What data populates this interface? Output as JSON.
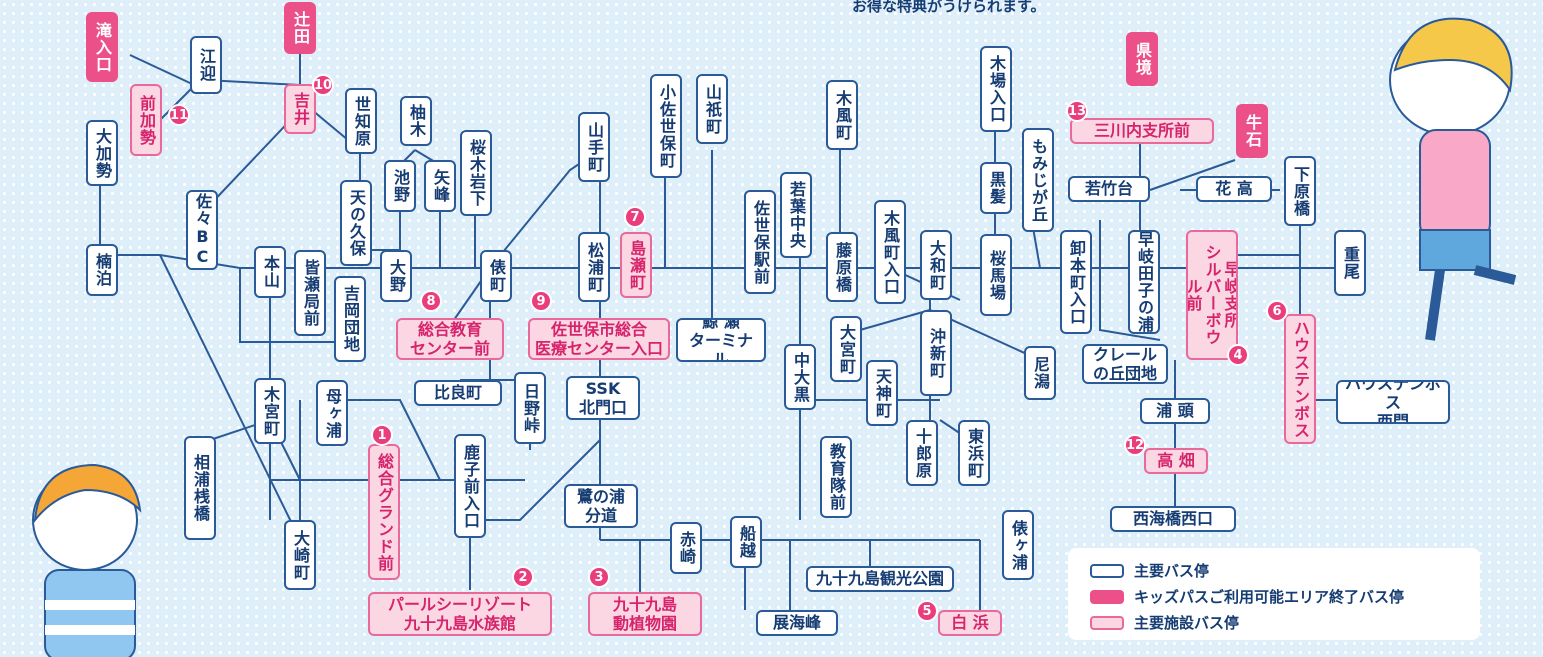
{
  "header": {
    "note": "お得な特典がうけられます。"
  },
  "stops": {
    "takiriguchi": "滝入口",
    "tsujita": "辻田",
    "ego": "江迎",
    "maekase": "前加勢",
    "yoshii": "吉井",
    "sechibaru": "世知原",
    "yunoki": "柚木",
    "okase": "大加勢",
    "ikeno": "池野",
    "yamine": "矢峰",
    "sakuragishita": "桜木岩下",
    "amanokubo": "天の久保",
    "sasa_bc": "佐々BC",
    "kusudomari": "楠泊",
    "honzan": "本山",
    "minase": "皆瀬局前",
    "ono": "大野",
    "yoshioka": "吉岡団地",
    "tawaramachi": "俵町",
    "yamatemachi": "山手町",
    "matsuuramachi": "松浦町",
    "shimasemachi": "島瀬町",
    "kosasebo": "小佐世保町",
    "yamagimachi": "山祇町",
    "sasebo_st": "佐世保駅前",
    "wakaba": "若葉中央",
    "kikazemachi": "木風町",
    "fujiwarabashi": "藤原橋",
    "kikazeiriguchi": "木風町入口",
    "yamatomachi": "大和町",
    "kibairiguchi": "木場入口",
    "kurokami": "黒髪",
    "momiji": "もみじが丘",
    "sakurababa": "桜馬場",
    "mikawachi": "三川内支所前",
    "ken_sakai": "県境",
    "ushiishi": "牛石",
    "wakatakedai": "若竹台",
    "hanataka": "花 高",
    "shimoharabashi": "下原橋",
    "oroshimoto": "卸本町入口",
    "haikitago": "早岐田子の浦",
    "haiki_shisho": "早岐支所\nシルバーボウル前",
    "shigeo": "重尾",
    "kyoiku_center": "総合教育\nセンター前",
    "iryo_center": "佐世保市総合\n医療センター入口",
    "kujira_terminal": "鯨 瀬\nターミナル",
    "omiyamachi": "大宮町",
    "okishinmachi": "沖新町",
    "amagata": "尼潟",
    "clair": "クレール\nの丘団地",
    "huis_ten_bosch": "ハウステンボス",
    "htb_west": "ハウステンボス\n西門",
    "hiramachi": "比良町",
    "hinotoge": "日野峠",
    "ssk": "SSK\n北門口",
    "nakaoguro": "中大黒",
    "tenjinmachi": "天神町",
    "jurobaru": "十郎原",
    "higashihama": "東浜町",
    "uragashira": "浦 頭",
    "takahata": "高 畑",
    "saikaibashi": "西海橋西口",
    "kimiyamachi": "木宮町",
    "hahagaura": "母ヶ浦",
    "sogo_ground": "総合グランド前",
    "kashimae": "鹿子前入口",
    "aikura": "相浦桟橋",
    "osakimachi": "大崎町",
    "kyoikutai": "教育隊前",
    "sagi": "鷺の浦\n分道",
    "akasaki": "赤崎",
    "funakoshi": "船越",
    "tawaragaura": "俵ヶ浦",
    "kujuku_park": "九十九島観光公園",
    "tenkai": "展海峰",
    "shirahama": "白 浜",
    "pearl_sea": "パールシーリゾート\n九十九島水族館",
    "zoo": "九十九島\n動植物園"
  },
  "numbers": {
    "n1": "1",
    "n2": "2",
    "n3": "3",
    "n4": "4",
    "n5": "5",
    "n6": "6",
    "n7": "7",
    "n8": "8",
    "n9": "9",
    "n10": "10",
    "n11": "11",
    "n12": "12",
    "n13": "13"
  },
  "legend": {
    "main": "主要バス停",
    "kids_end": "キッズパスご利用可能エリア終了バス停",
    "facility": "主要施設バス停"
  },
  "colors": {
    "line": "#2a5a98",
    "end_stop": "#ec5088",
    "facility_stop": "#fbd7e3",
    "background": "#dfeff9"
  }
}
